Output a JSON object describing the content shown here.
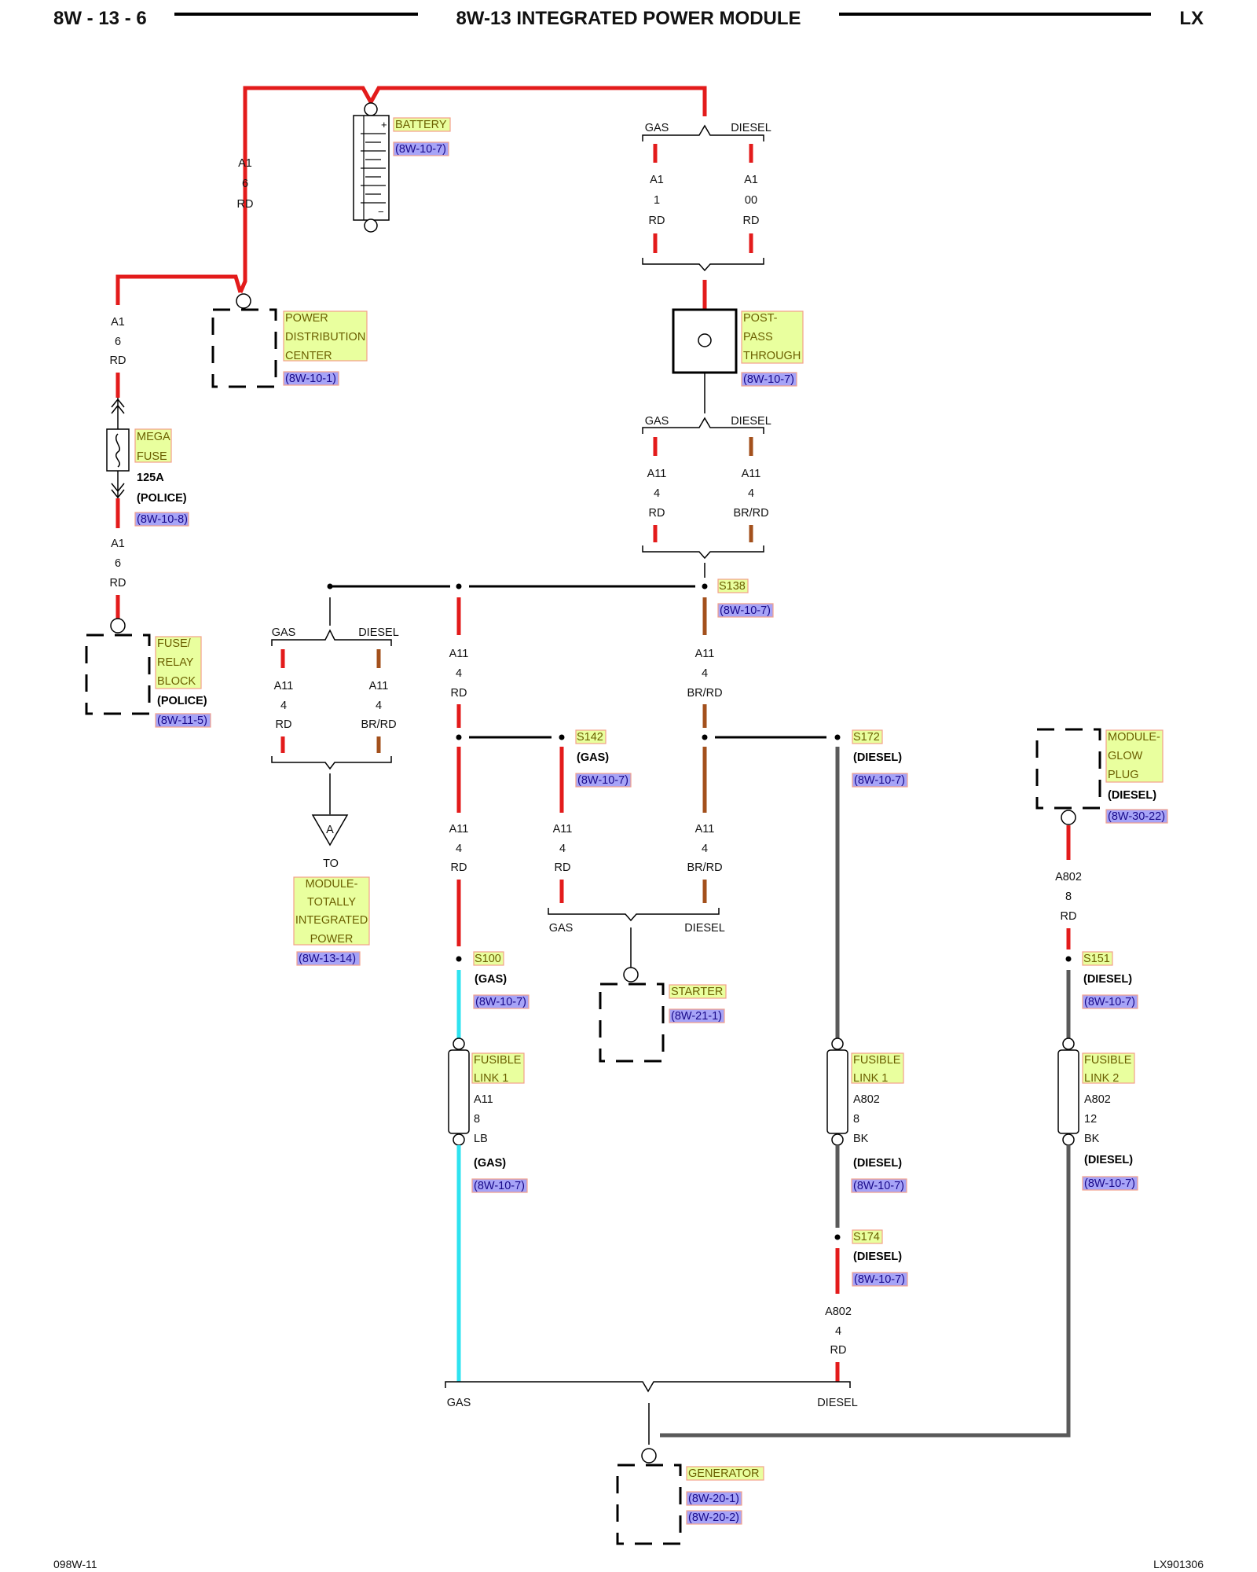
{
  "header": {
    "left": "8W - 13 - 6",
    "title": "8W-13 INTEGRATED POWER MODULE",
    "right": "LX"
  },
  "footer": {
    "left": "098W-11",
    "right": "LX901306"
  },
  "components": {
    "battery": {
      "name": "BATTERY",
      "ref": "(8W-10-7)"
    },
    "pdc": {
      "name1": "POWER",
      "name2": "DISTRIBUTION",
      "name3": "CENTER",
      "ref": "(8W-10-1)"
    },
    "post": {
      "name1": "POST-",
      "name2": "PASS",
      "name3": "THROUGH",
      "ref": "(8W-10-7)"
    },
    "mega": {
      "name1": "MEGA",
      "name2": "FUSE",
      "rating": "125A",
      "variant": "(POLICE)",
      "ref": "(8W-10-8)"
    },
    "frb": {
      "name1": "FUSE/",
      "name2": "RELAY",
      "name3": "BLOCK",
      "variant": "(POLICE)",
      "ref": "(8W-11-5)"
    },
    "tipm": {
      "conn": "A",
      "to": "TO",
      "name1": "MODULE-",
      "name2": "TOTALLY",
      "name3": "INTEGRATED",
      "name4": "POWER",
      "ref": "(8W-13-14)"
    },
    "glow": {
      "name1": "MODULE-",
      "name2": "GLOW",
      "name3": "PLUG",
      "variant": "(DIESEL)",
      "ref": "(8W-30-22)"
    },
    "starter": {
      "name": "STARTER",
      "ref": "(8W-21-1)"
    },
    "generator": {
      "name": "GENERATOR",
      "ref1": "(8W-20-1)",
      "ref2": "(8W-20-2)"
    },
    "fl1_gas": {
      "name1": "FUSIBLE",
      "name2": "LINK 1",
      "circuit": "A11",
      "gauge": "8",
      "color": "LB",
      "variant": "(GAS)",
      "ref": "(8W-10-7)"
    },
    "fl1_diesel": {
      "name1": "FUSIBLE",
      "name2": "LINK 1",
      "circuit": "A802",
      "gauge": "8",
      "color": "BK",
      "variant": "(DIESEL)",
      "ref": "(8W-10-7)"
    },
    "fl2": {
      "name1": "FUSIBLE",
      "name2": "LINK 2",
      "circuit": "A802",
      "gauge": "12",
      "color": "BK",
      "variant": "(DIESEL)",
      "ref": "(8W-10-7)"
    }
  },
  "splices": {
    "s138": {
      "name": "S138",
      "ref": "(8W-10-7)"
    },
    "s142": {
      "name": "S142",
      "variant": "(GAS)",
      "ref": "(8W-10-7)"
    },
    "s172": {
      "name": "S172",
      "variant": "(DIESEL)",
      "ref": "(8W-10-7)"
    },
    "s100": {
      "name": "S100",
      "variant": "(GAS)",
      "ref": "(8W-10-7)"
    },
    "s151": {
      "name": "S151",
      "variant": "(DIESEL)",
      "ref": "(8W-10-7)"
    },
    "s174": {
      "name": "S174",
      "variant": "(DIESEL)",
      "ref": "(8W-10-7)"
    }
  },
  "branch": {
    "gas": "GAS",
    "diesel": "DIESEL"
  },
  "wires": {
    "bat_pdc": [
      "A1",
      "6",
      "RD"
    ],
    "gas_top": [
      "A1",
      "1",
      "RD"
    ],
    "diesel_top": [
      "A1",
      "00",
      "RD"
    ],
    "pdc_mega": [
      "A1",
      "6",
      "RD"
    ],
    "mega_frb": [
      "A1",
      "6",
      "RD"
    ],
    "post_gas": [
      "A11",
      "4",
      "RD"
    ],
    "post_diesel": [
      "A11",
      "4",
      "BR/RD"
    ],
    "tipm_gas": [
      "A11",
      "4",
      "RD"
    ],
    "tipm_diesel": [
      "A11",
      "4",
      "BR/RD"
    ],
    "gas_main": [
      "A11",
      "4",
      "RD"
    ],
    "diesel_main": [
      "A11",
      "4",
      "BR/RD"
    ],
    "gas_low": [
      "A11",
      "4",
      "RD"
    ],
    "s142_starter": [
      "A11",
      "4",
      "RD"
    ],
    "diesel_starter": [
      "A11",
      "4",
      "BR/RD"
    ],
    "glow_wire": [
      "A802",
      "8",
      "RD"
    ],
    "s174_wire": [
      "A802",
      "4",
      "RD"
    ]
  }
}
